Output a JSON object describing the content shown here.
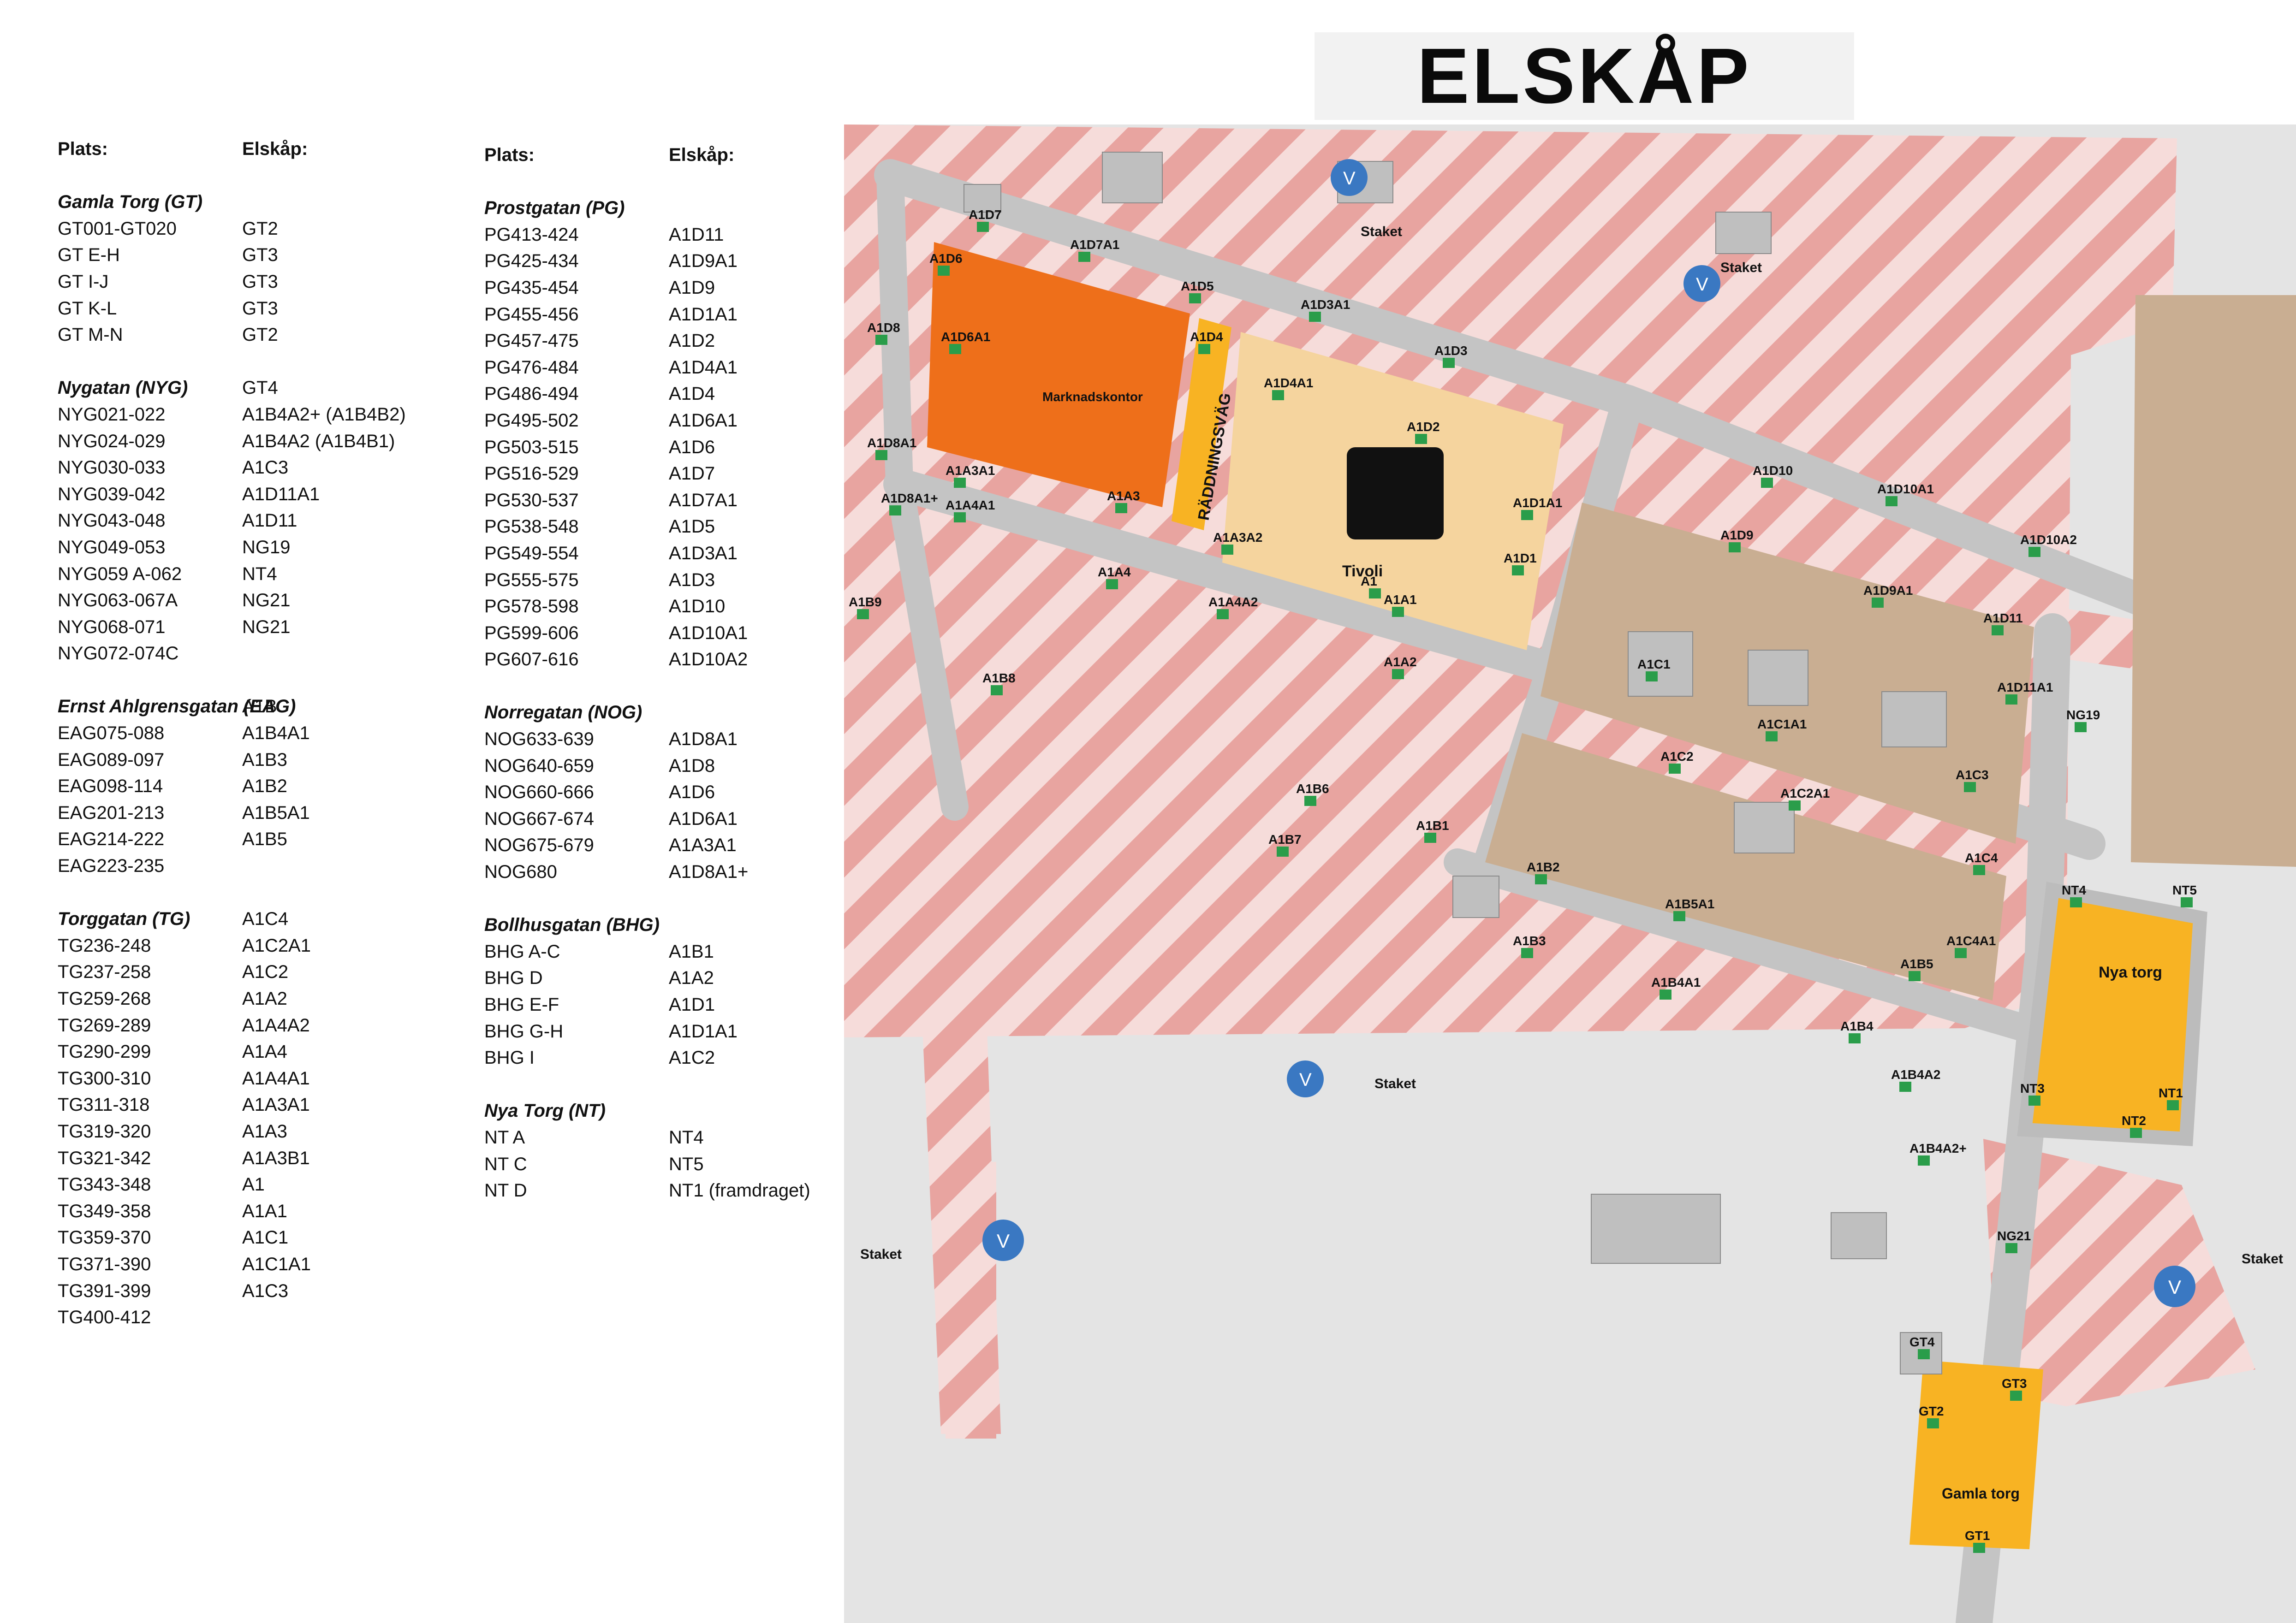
{
  "title": "ELSKÅP",
  "legend": {
    "col1": {
      "header": {
        "place": "Plats:",
        "cabinet": "Elskåp:"
      },
      "groups": [
        {
          "name": "Gamla Torg (GT)",
          "cabinet": "",
          "rows": [
            {
              "place": "GT001-GT020",
              "cabinet": "GT2"
            },
            {
              "place": "GT E-H",
              "cabinet": "GT3"
            },
            {
              "place": "GT I-J",
              "cabinet": "GT3"
            },
            {
              "place": "GT K-L",
              "cabinet": "GT3"
            },
            {
              "place": "GT M-N",
              "cabinet": "GT2"
            }
          ]
        },
        {
          "name": "Nygatan (NYG)",
          "cabinet": "GT4",
          "rows": [
            {
              "place": "NYG021-022",
              "cabinet": "A1B4A2+ (A1B4B2)"
            },
            {
              "place": "NYG024-029",
              "cabinet": "A1B4A2 (A1B4B1)"
            },
            {
              "place": "NYG030-033",
              "cabinet": "A1C3"
            },
            {
              "place": "NYG039-042",
              "cabinet": "A1D11A1"
            },
            {
              "place": "NYG043-048",
              "cabinet": "A1D11"
            },
            {
              "place": "NYG049-053",
              "cabinet": "NG19"
            },
            {
              "place": "NYG059 A-062",
              "cabinet": "NT4"
            },
            {
              "place": "NYG063-067A",
              "cabinet": "NG21"
            },
            {
              "place": "NYG068-071",
              "cabinet": "NG21"
            },
            {
              "place": "NYG072-074C",
              "cabinet": ""
            }
          ]
        },
        {
          "name": "Ernst Ahlgrensgatan (EAG)",
          "cabinet": "A1B",
          "rows": [
            {
              "place": "EAG075-088",
              "cabinet": "A1B4A1"
            },
            {
              "place": "EAG089-097",
              "cabinet": "A1B3"
            },
            {
              "place": "EAG098-114",
              "cabinet": "A1B2"
            },
            {
              "place": "EAG201-213",
              "cabinet": "A1B5A1"
            },
            {
              "place": "EAG214-222",
              "cabinet": "A1B5"
            },
            {
              "place": "EAG223-235",
              "cabinet": ""
            }
          ]
        },
        {
          "name": "Torggatan (TG)",
          "cabinet": "A1C4",
          "rows": [
            {
              "place": "TG236-248",
              "cabinet": "A1C2A1"
            },
            {
              "place": "TG237-258",
              "cabinet": "A1C2"
            },
            {
              "place": "TG259-268",
              "cabinet": "A1A2"
            },
            {
              "place": "TG269-289",
              "cabinet": "A1A4A2"
            },
            {
              "place": "TG290-299",
              "cabinet": "A1A4"
            },
            {
              "place": "TG300-310",
              "cabinet": "A1A4A1"
            },
            {
              "place": "TG311-318",
              "cabinet": "A1A3A1"
            },
            {
              "place": "TG319-320",
              "cabinet": "A1A3"
            },
            {
              "place": "TG321-342",
              "cabinet": "A1A3B1"
            },
            {
              "place": "TG343-348",
              "cabinet": "A1"
            },
            {
              "place": "TG349-358",
              "cabinet": "A1A1"
            },
            {
              "place": "TG359-370",
              "cabinet": "A1C1"
            },
            {
              "place": "TG371-390",
              "cabinet": "A1C1A1"
            },
            {
              "place": "TG391-399",
              "cabinet": "A1C3"
            },
            {
              "place": "TG400-412",
              "cabinet": ""
            }
          ]
        }
      ]
    },
    "col2": {
      "header": {
        "place": "Plats:",
        "cabinet": "Elskåp:"
      },
      "groups": [
        {
          "name": "Prostgatan (PG)",
          "cabinet": "",
          "rows": [
            {
              "place": "PG413-424",
              "cabinet": "A1D11"
            },
            {
              "place": "PG425-434",
              "cabinet": "A1D9A1"
            },
            {
              "place": "PG435-454",
              "cabinet": "A1D9"
            },
            {
              "place": "PG455-456",
              "cabinet": "A1D1A1"
            },
            {
              "place": "PG457-475",
              "cabinet": "A1D2"
            },
            {
              "place": "PG476-484",
              "cabinet": "A1D4A1"
            },
            {
              "place": "PG486-494",
              "cabinet": "A1D4"
            },
            {
              "place": "PG495-502",
              "cabinet": "A1D6A1"
            },
            {
              "place": "PG503-515",
              "cabinet": "A1D6"
            },
            {
              "place": "PG516-529",
              "cabinet": "A1D7"
            },
            {
              "place": "PG530-537",
              "cabinet": "A1D7A1"
            },
            {
              "place": "PG538-548",
              "cabinet": "A1D5"
            },
            {
              "place": "PG549-554",
              "cabinet": "A1D3A1"
            },
            {
              "place": "PG555-575",
              "cabinet": "A1D3"
            },
            {
              "place": "PG578-598",
              "cabinet": "A1D10"
            },
            {
              "place": "PG599-606",
              "cabinet": "A1D10A1"
            },
            {
              "place": "PG607-616",
              "cabinet": "A1D10A2"
            }
          ]
        },
        {
          "name": "Norregatan (NOG)",
          "cabinet": "",
          "rows": [
            {
              "place": "NOG633-639",
              "cabinet": "A1D8A1"
            },
            {
              "place": "NOG640-659",
              "cabinet": "A1D8"
            },
            {
              "place": "NOG660-666",
              "cabinet": "A1D6"
            },
            {
              "place": "NOG667-674",
              "cabinet": "A1D6A1"
            },
            {
              "place": "NOG675-679",
              "cabinet": "A1A3A1"
            },
            {
              "place": "NOG680",
              "cabinet": "A1D8A1+"
            }
          ]
        },
        {
          "name": "Bollhusgatan (BHG)",
          "cabinet": "",
          "rows": [
            {
              "place": "BHG A-C",
              "cabinet": "A1B1"
            },
            {
              "place": "BHG D",
              "cabinet": "A1A2"
            },
            {
              "place": "BHG E-F",
              "cabinet": "A1D1"
            },
            {
              "place": "BHG G-H",
              "cabinet": "A1D1A1"
            },
            {
              "place": "BHG I",
              "cabinet": "A1C2"
            }
          ]
        },
        {
          "name": "Nya Torg (NT)",
          "cabinet": "",
          "rows": [
            {
              "place": "NT A",
              "cabinet": "NT4"
            },
            {
              "place": "NT C",
              "cabinet": "NT5"
            },
            {
              "place": "NT D",
              "cabinet": "NT1 (framdraget)"
            }
          ]
        }
      ]
    }
  },
  "map": {
    "areas": {
      "market_office": "Marknadskontor",
      "tivoli": "Tivoli",
      "emergency_lane": "RÄDDNINGSVÄG",
      "nya_torg": "Nya torg",
      "gamla_torg": "Gamla torg"
    },
    "staket_label": "Staket",
    "v_label": "V",
    "cabinets": [
      "A1D7",
      "A1D7A1",
      "A1D6",
      "A1D6A1",
      "A1D5",
      "A1D4",
      "A1D3A1",
      "A1D3",
      "A1D4A1",
      "A1D2",
      "A1D8",
      "A1D8A1",
      "A1D8A1+",
      "A1B9",
      "A1A3A1",
      "A1A4A1",
      "A1A3",
      "A1A4",
      "A1A4A2",
      "A1A3A2",
      "A1",
      "A1A1",
      "A1D1A1",
      "A1D1",
      "A1A2",
      "A1B8",
      "A1B6",
      "A1B7",
      "A1B1",
      "A1B2",
      "A1B3",
      "A1B5A1",
      "A1B4A1",
      "A1B5",
      "A1B4",
      "A1B4A2",
      "A1B4A2+",
      "A1C1",
      "A1C2",
      "A1C1A1",
      "A1C2A1",
      "A1C3",
      "A1C4",
      "A1C4A1",
      "A1D9",
      "A1D9A1",
      "A1D10",
      "A1D10A1",
      "A1D10A2",
      "A1D11",
      "A1D11A1",
      "NG19",
      "NT4",
      "NT5",
      "NT3",
      "NT1",
      "NT2",
      "NG21",
      "GT4",
      "GT3",
      "GT2",
      "GT1"
    ]
  },
  "colors": {
    "hatch": "#e8a4a0",
    "road": "#c9c9c9",
    "building": "#bfbfbf",
    "orange": "#ee6f1a",
    "tivoli": "#f5d49e",
    "brown_block": "#c9ae92",
    "torg": "#f8b323",
    "cabinet": "#2a9d4a",
    "v_marker": "#3a78c2"
  }
}
